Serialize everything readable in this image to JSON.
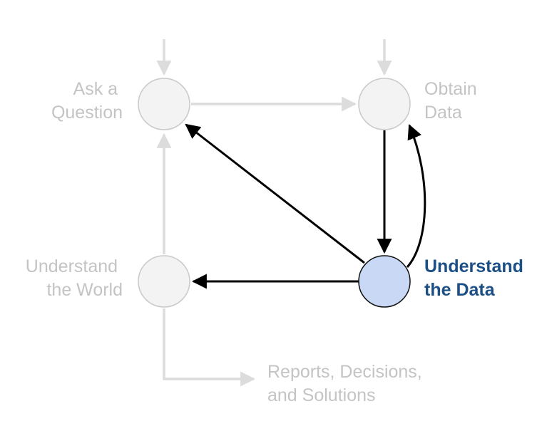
{
  "nodes": {
    "ask_question": {
      "label_line1": "Ask a",
      "label_line2": "Question",
      "state": "inactive"
    },
    "obtain_data": {
      "label_line1": "Obtain",
      "label_line2": "Data",
      "state": "inactive"
    },
    "understand_world": {
      "label_line1": "Understand",
      "label_line2": "the World",
      "state": "inactive"
    },
    "understand_data": {
      "label_line1": "Understand",
      "label_line2": "the Data",
      "state": "active"
    }
  },
  "output": {
    "label_line1": "Reports, Decisions,",
    "label_line2": "and Solutions"
  },
  "colors": {
    "inactive_text": "#c4c4c4",
    "active_text": "#1b4f86",
    "inactive_node_fill": "#f3f3f3",
    "active_node_fill": "#c9d9f5",
    "inactive_edge": "#dcdcdc",
    "active_edge": "#000000"
  }
}
